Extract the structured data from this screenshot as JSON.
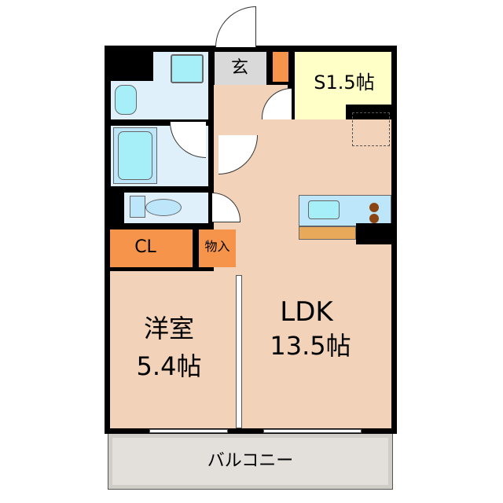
{
  "rooms": {
    "entrance": "玄",
    "storage_room": "S1.5帖",
    "closet": "CL",
    "storage": "物入",
    "bedroom_name": "洋室",
    "bedroom_size": "5.4帖",
    "ldk_name": "LDK",
    "ldk_size": "13.5帖",
    "balcony": "バルコニー"
  },
  "colors": {
    "wet_area": "#dff0fb",
    "living": "#f2d2b8",
    "storage": "#f5944a",
    "s_room": "#ffffc8",
    "entrance": "#d9d9d9",
    "balcony": "#e3dfdb"
  }
}
